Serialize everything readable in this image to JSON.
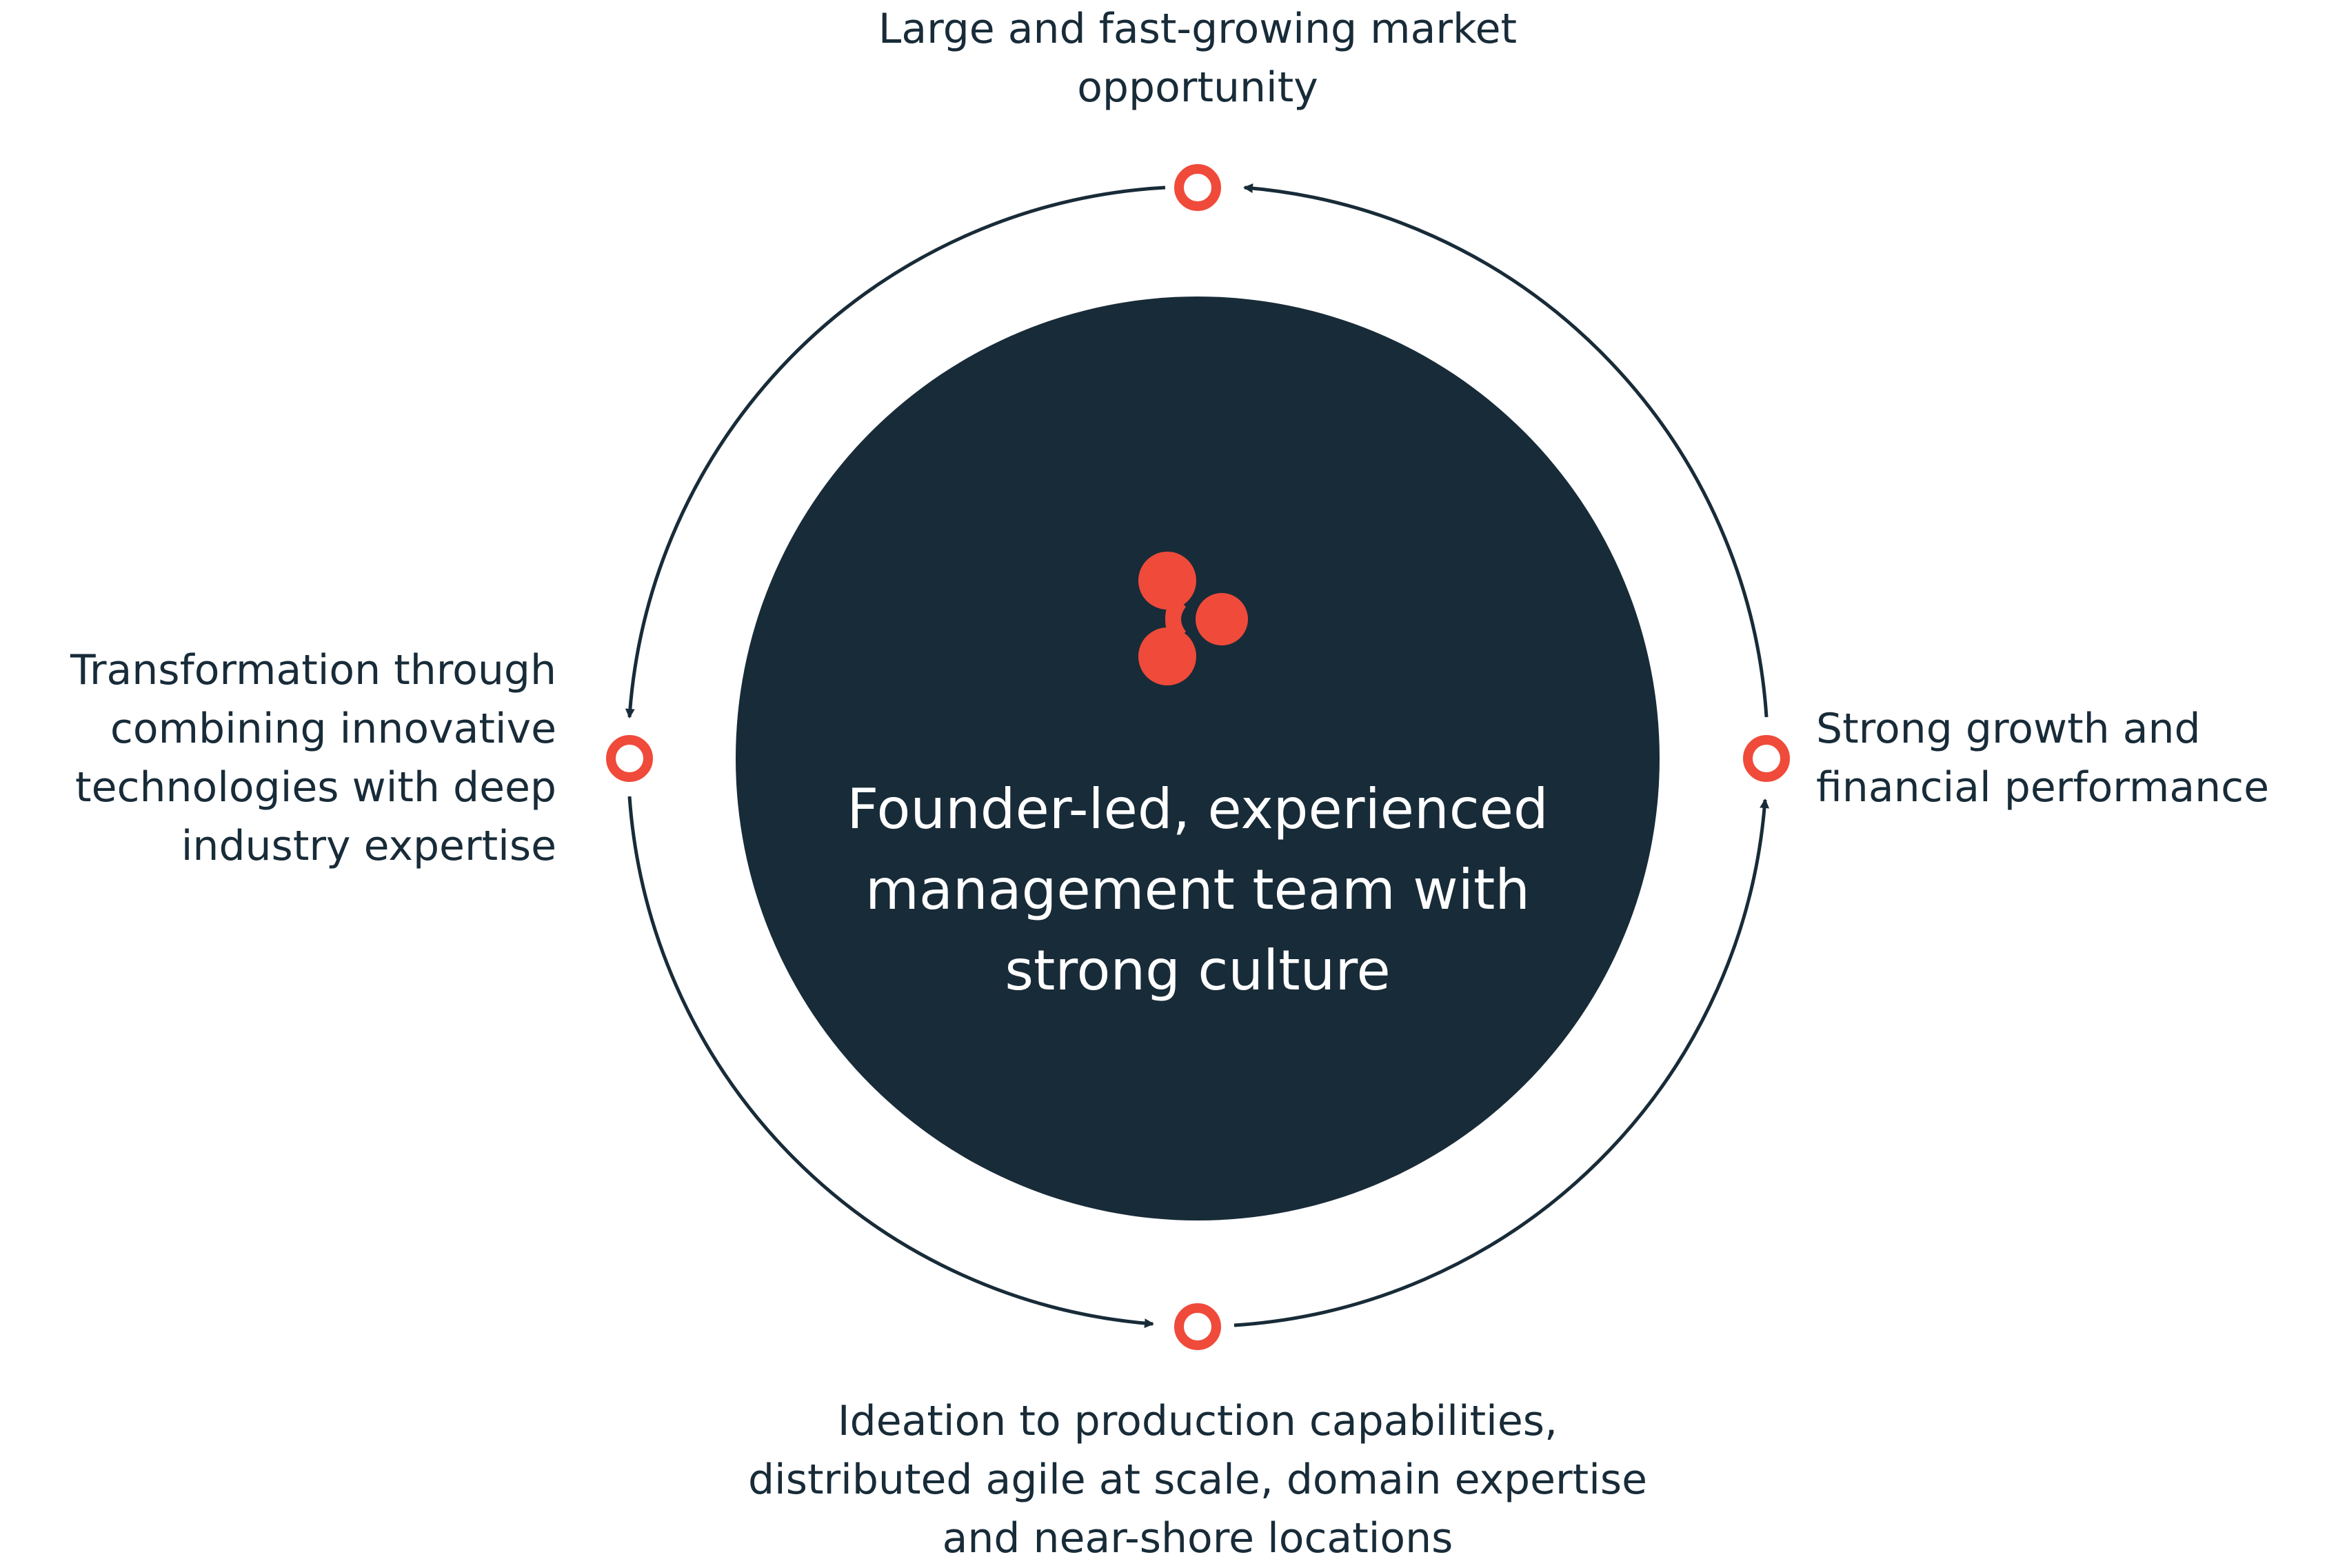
{
  "center": {
    "lines": [
      "Founder-led, experienced",
      "management team with",
      "strong culture"
    ]
  },
  "nodes": {
    "top": {
      "lines": [
        "Large and fast-growing market",
        "opportunity"
      ]
    },
    "left": {
      "lines": [
        "Transformation through",
        "combining innovative",
        "technologies with deep",
        "industry expertise"
      ]
    },
    "right": {
      "lines": [
        "Strong growth and",
        "financial performance"
      ]
    },
    "bottom": {
      "lines": [
        "Ideation to production capabilities,",
        "distributed agile at scale, domain expertise",
        "and near-shore locations"
      ]
    }
  },
  "colors": {
    "dark": "#182b38",
    "accent": "#f04a3a",
    "background": "#ffffff",
    "center_text": "#ffffff"
  },
  "icons": {
    "center_logo": "brand-logo-icon",
    "node_marker": "ring-marker-icon",
    "cycle_arrow": "arrowhead-icon"
  }
}
